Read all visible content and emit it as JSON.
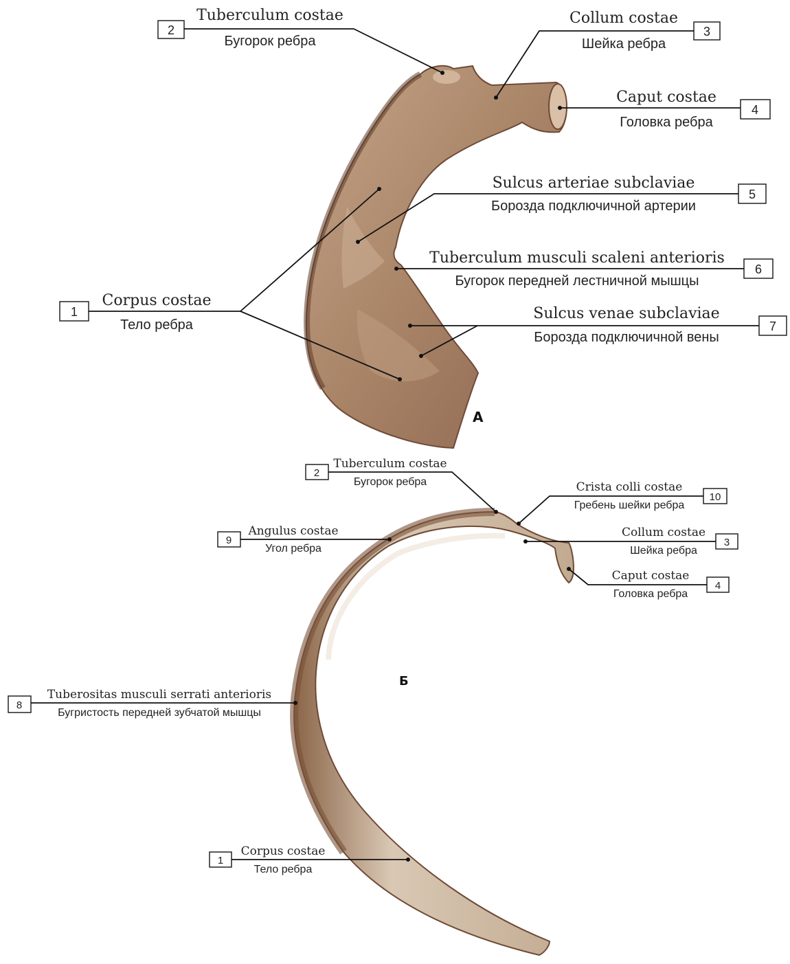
{
  "panels": {
    "a": "А",
    "b": "Б"
  },
  "labels": {
    "a_tuberculum": {
      "num": "2",
      "latin": "Tuberculum costae",
      "russian": "Бугорок ребра"
    },
    "a_collum": {
      "num": "3",
      "latin": "Collum costae",
      "russian": "Шейка ребра"
    },
    "a_caput": {
      "num": "4",
      "latin": "Caput costae",
      "russian": "Головка ребра"
    },
    "a_sulcus_art": {
      "num": "5",
      "latin": "Sulcus arteriae subclaviae",
      "russian": "Борозда подключичной артерии"
    },
    "a_scaleni": {
      "num": "6",
      "latin": "Tuberculum musculi scaleni anterioris",
      "russian": "Бугорок передней лестничной мышцы"
    },
    "a_corpus": {
      "num": "1",
      "latin": "Corpus costae",
      "russian": "Тело ребра"
    },
    "a_sulcus_ven": {
      "num": "7",
      "latin": "Sulcus venae subclaviae",
      "russian": "Борозда подключичной вены"
    },
    "b_tuberculum": {
      "num": "2",
      "latin": "Tuberculum costae",
      "russian": "Бугорок ребра"
    },
    "b_crista": {
      "num": "10",
      "latin": "Crista colli costae",
      "russian": "Гребень шейки ребра"
    },
    "b_angulus": {
      "num": "9",
      "latin": "Angulus costae",
      "russian": "Угол ребра"
    },
    "b_collum": {
      "num": "3",
      "latin": "Collum costae",
      "russian": "Шейка ребра"
    },
    "b_caput": {
      "num": "4",
      "latin": "Caput costae",
      "russian": "Головка ребра"
    },
    "b_tuberositas": {
      "num": "8",
      "latin": "Tuberositas musculi serrati anterioris",
      "russian": "Бугристость передней зубчатой мышцы"
    },
    "b_corpus": {
      "num": "1",
      "latin": "Corpus costae",
      "russian": "Тело ребра"
    }
  },
  "colors": {
    "bone_a": "#a78265",
    "bone_a_dark": "#7a5540",
    "bone_a_light": "#c9ad92",
    "bone_b": "#cdb9a2",
    "bone_b_dark": "#8a6548",
    "bone_b_light": "#e8dccd"
  }
}
